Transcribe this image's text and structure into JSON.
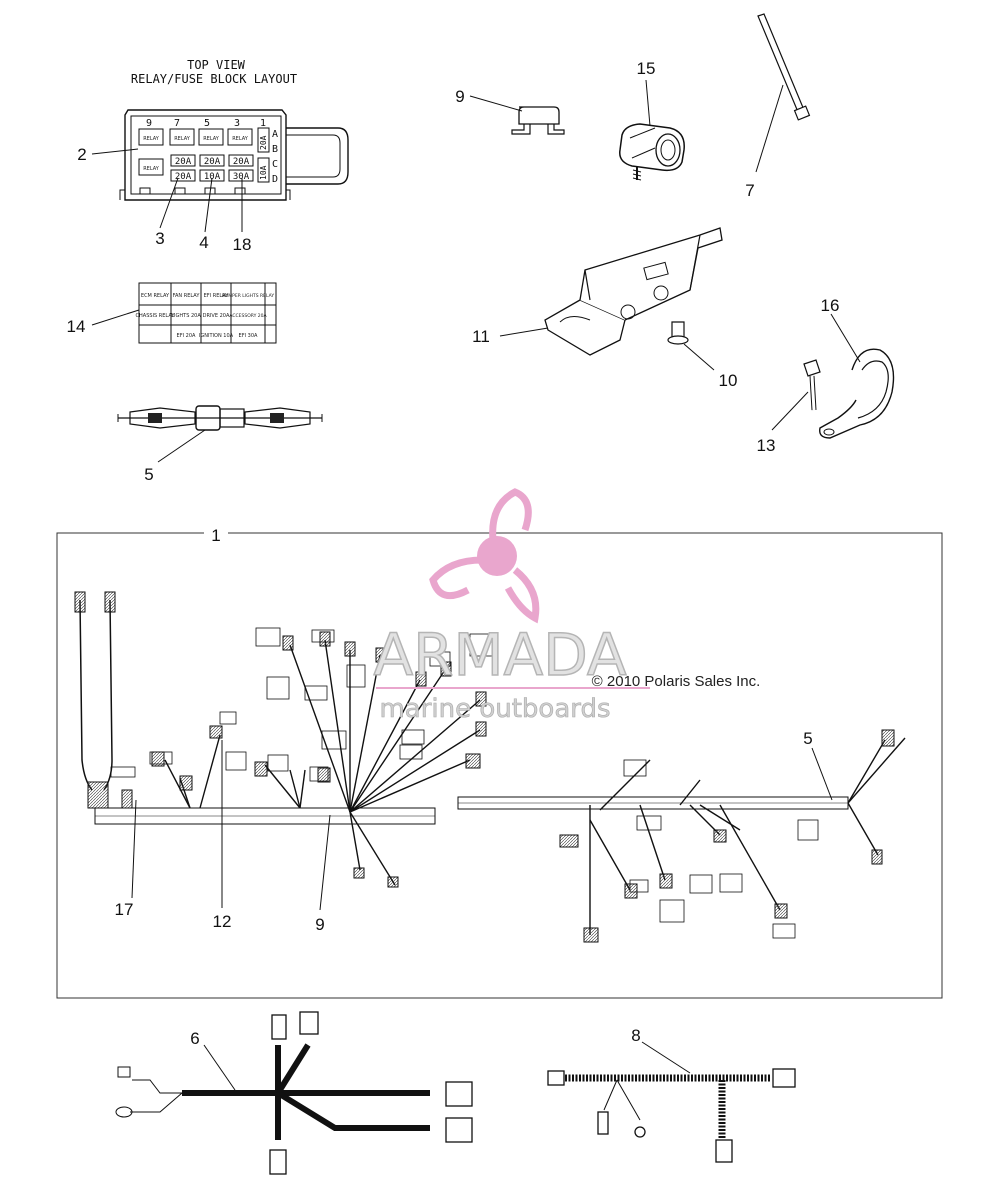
{
  "relay_block": {
    "title_line1": "TOP VIEW",
    "title_line2": "RELAY/FUSE BLOCK LAYOUT",
    "top_numbers": [
      "9",
      "7",
      "5",
      "3",
      "1"
    ],
    "row_letters": [
      "A",
      "B",
      "C",
      "D"
    ],
    "relay_label": "RELAY",
    "fuses_row2": [
      "20A",
      "20A",
      "20A"
    ],
    "fuses_row3": [
      "20A",
      "10A",
      "30A"
    ],
    "side_fuses": [
      "20A",
      "10A"
    ]
  },
  "decal": {
    "cells": [
      [
        "ECM RELAY",
        "FAN RELAY",
        "EFI RELAY",
        "BUMPER LIGHTS RELAY"
      ],
      [
        "CHASSIS RELAY",
        "LIGHTS 20A",
        "DRIVE 20A",
        "ACCESSORY 20A"
      ],
      [
        "",
        "EFI 20A",
        "IGNITION 10A",
        "EFI 30A"
      ]
    ]
  },
  "callouts": {
    "c1": "1",
    "c2": "2",
    "c3": "3",
    "c4": "4",
    "c5a": "5",
    "c5b": "5",
    "c6": "6",
    "c7": "7",
    "c8": "8",
    "c9a": "9",
    "c9b": "9",
    "c10": "10",
    "c11": "11",
    "c12": "12",
    "c13": "13",
    "c14": "14",
    "c15": "15",
    "c16": "16",
    "c17": "17",
    "c18": "18"
  },
  "watermark": {
    "brand": "ARMADA",
    "tagline": "marine outboards",
    "copyright": "© 2010 Polaris Sales Inc.",
    "logo_color": "#e9a6cd"
  }
}
